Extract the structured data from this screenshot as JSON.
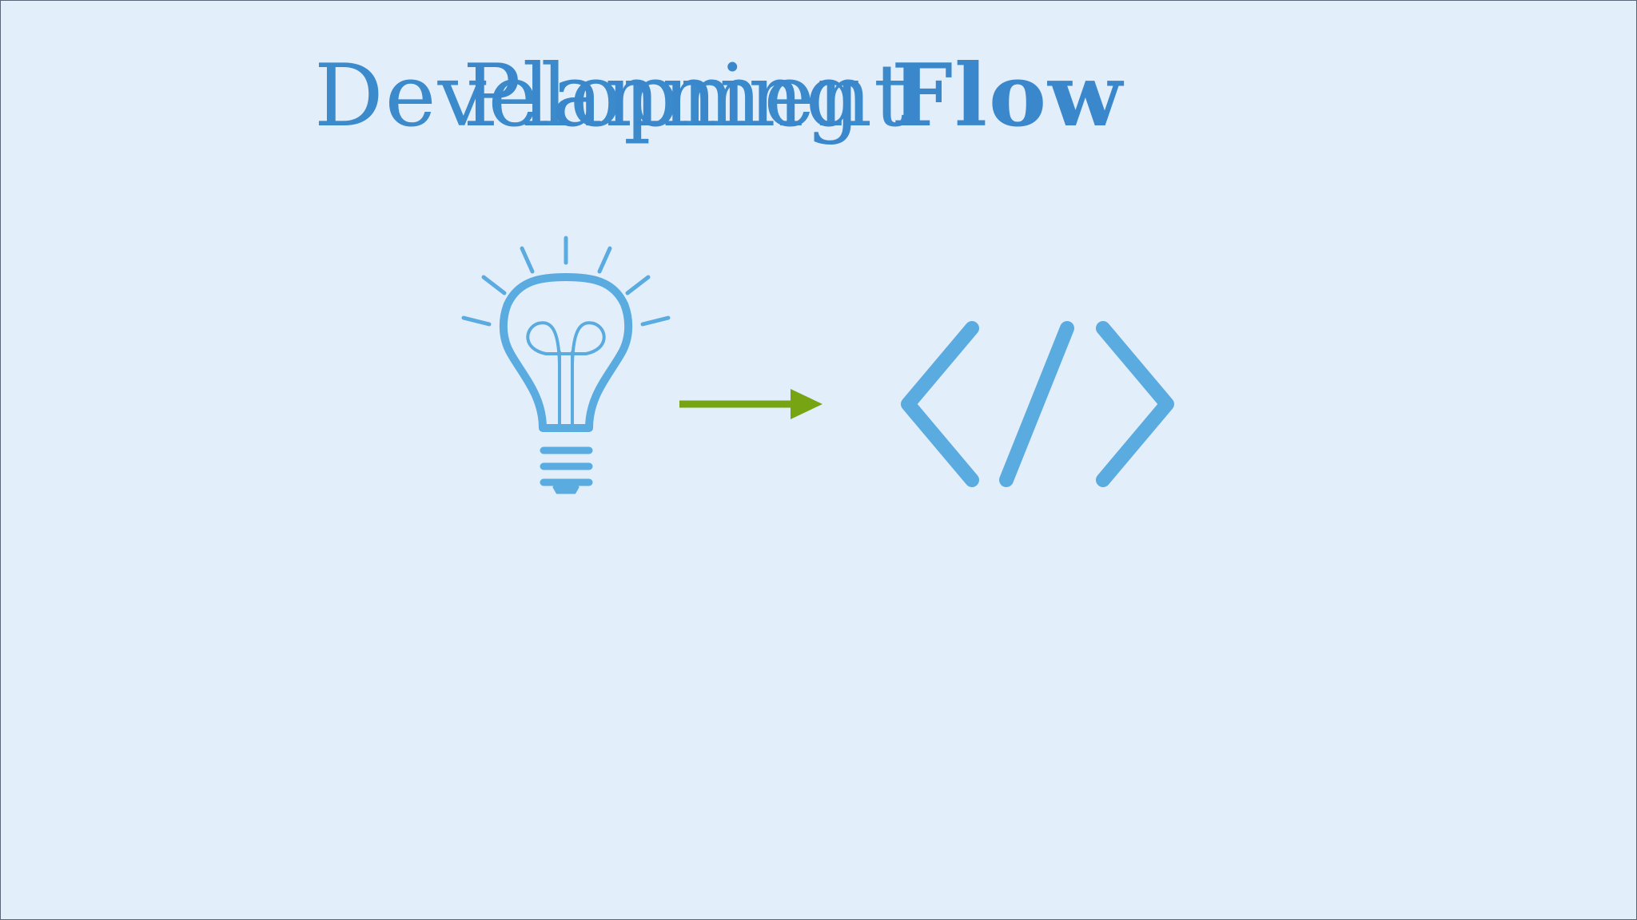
{
  "slide": {
    "title_layer_1": "Development",
    "title_layer_2_prefix": "Planning",
    "title_layer_2_suffix": "Flow"
  },
  "colors": {
    "background": "#e3eefb",
    "icon_blue": "#5aabe0",
    "title_blue": "#3b8acb",
    "arrow_green": "#76a412"
  },
  "icons": {
    "idea": "lightbulb-icon",
    "transition": "arrow-right-icon",
    "code": "code-brackets-icon"
  }
}
